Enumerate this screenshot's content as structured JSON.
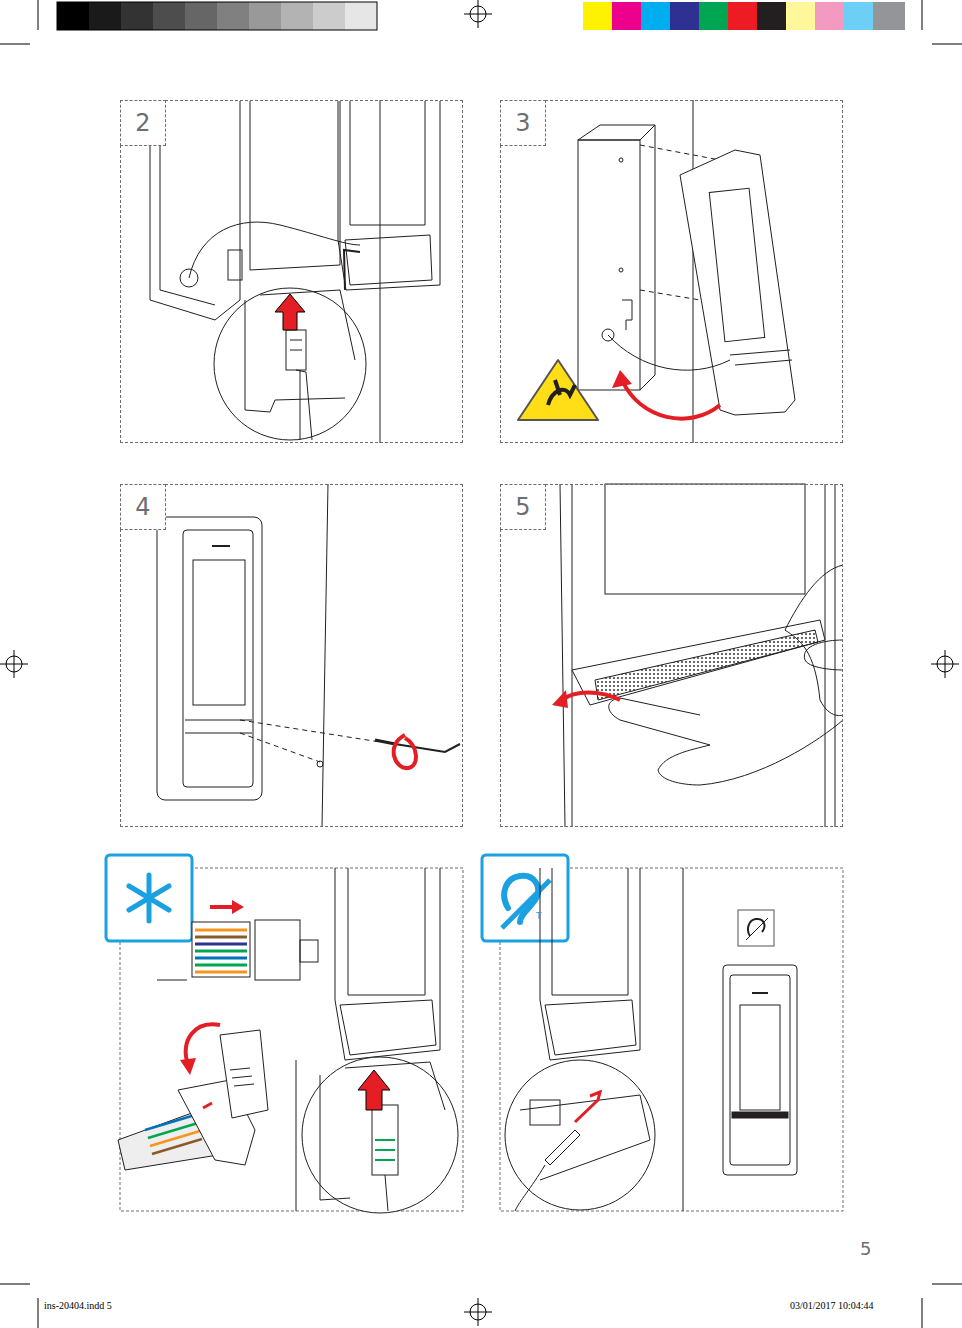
{
  "diagram": {
    "nodes": [
      {
        "text": [
          "2"
        ]
      },
      {
        "text": [
          "3"
        ]
      },
      {
        "text": [
          "4"
        ]
      },
      {
        "text": [
          "5"
        ]
      }
    ],
    "labels": [
      "T",
      "5",
      "ins-20404.indd 5",
      "03/01/2017 10:04:44"
    ]
  }
}
